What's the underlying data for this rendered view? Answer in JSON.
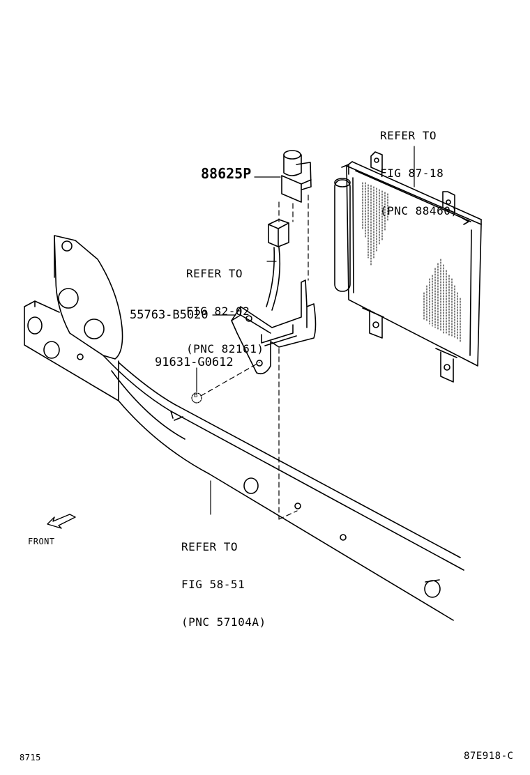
{
  "refs": {
    "condenser": {
      "line1": "REFER TO",
      "line2": "FIG 87-18",
      "line3": "(PNC 88460)"
    },
    "harness": {
      "line1": "REFER TO",
      "line2": "FIG 82-02",
      "line3": "(PNC 82161)"
    },
    "frame": {
      "line1": "REFER TO",
      "line2": "FIG 58-51",
      "line3": "(PNC 57104A)"
    }
  },
  "parts": {
    "sensor": "88625P",
    "bracket": "55763-B5020",
    "bolt": "91631-G0612",
    "bolt_marker": "B"
  },
  "front_label": "FRONT",
  "footer": {
    "left": "8715",
    "right": "87E918-C"
  }
}
